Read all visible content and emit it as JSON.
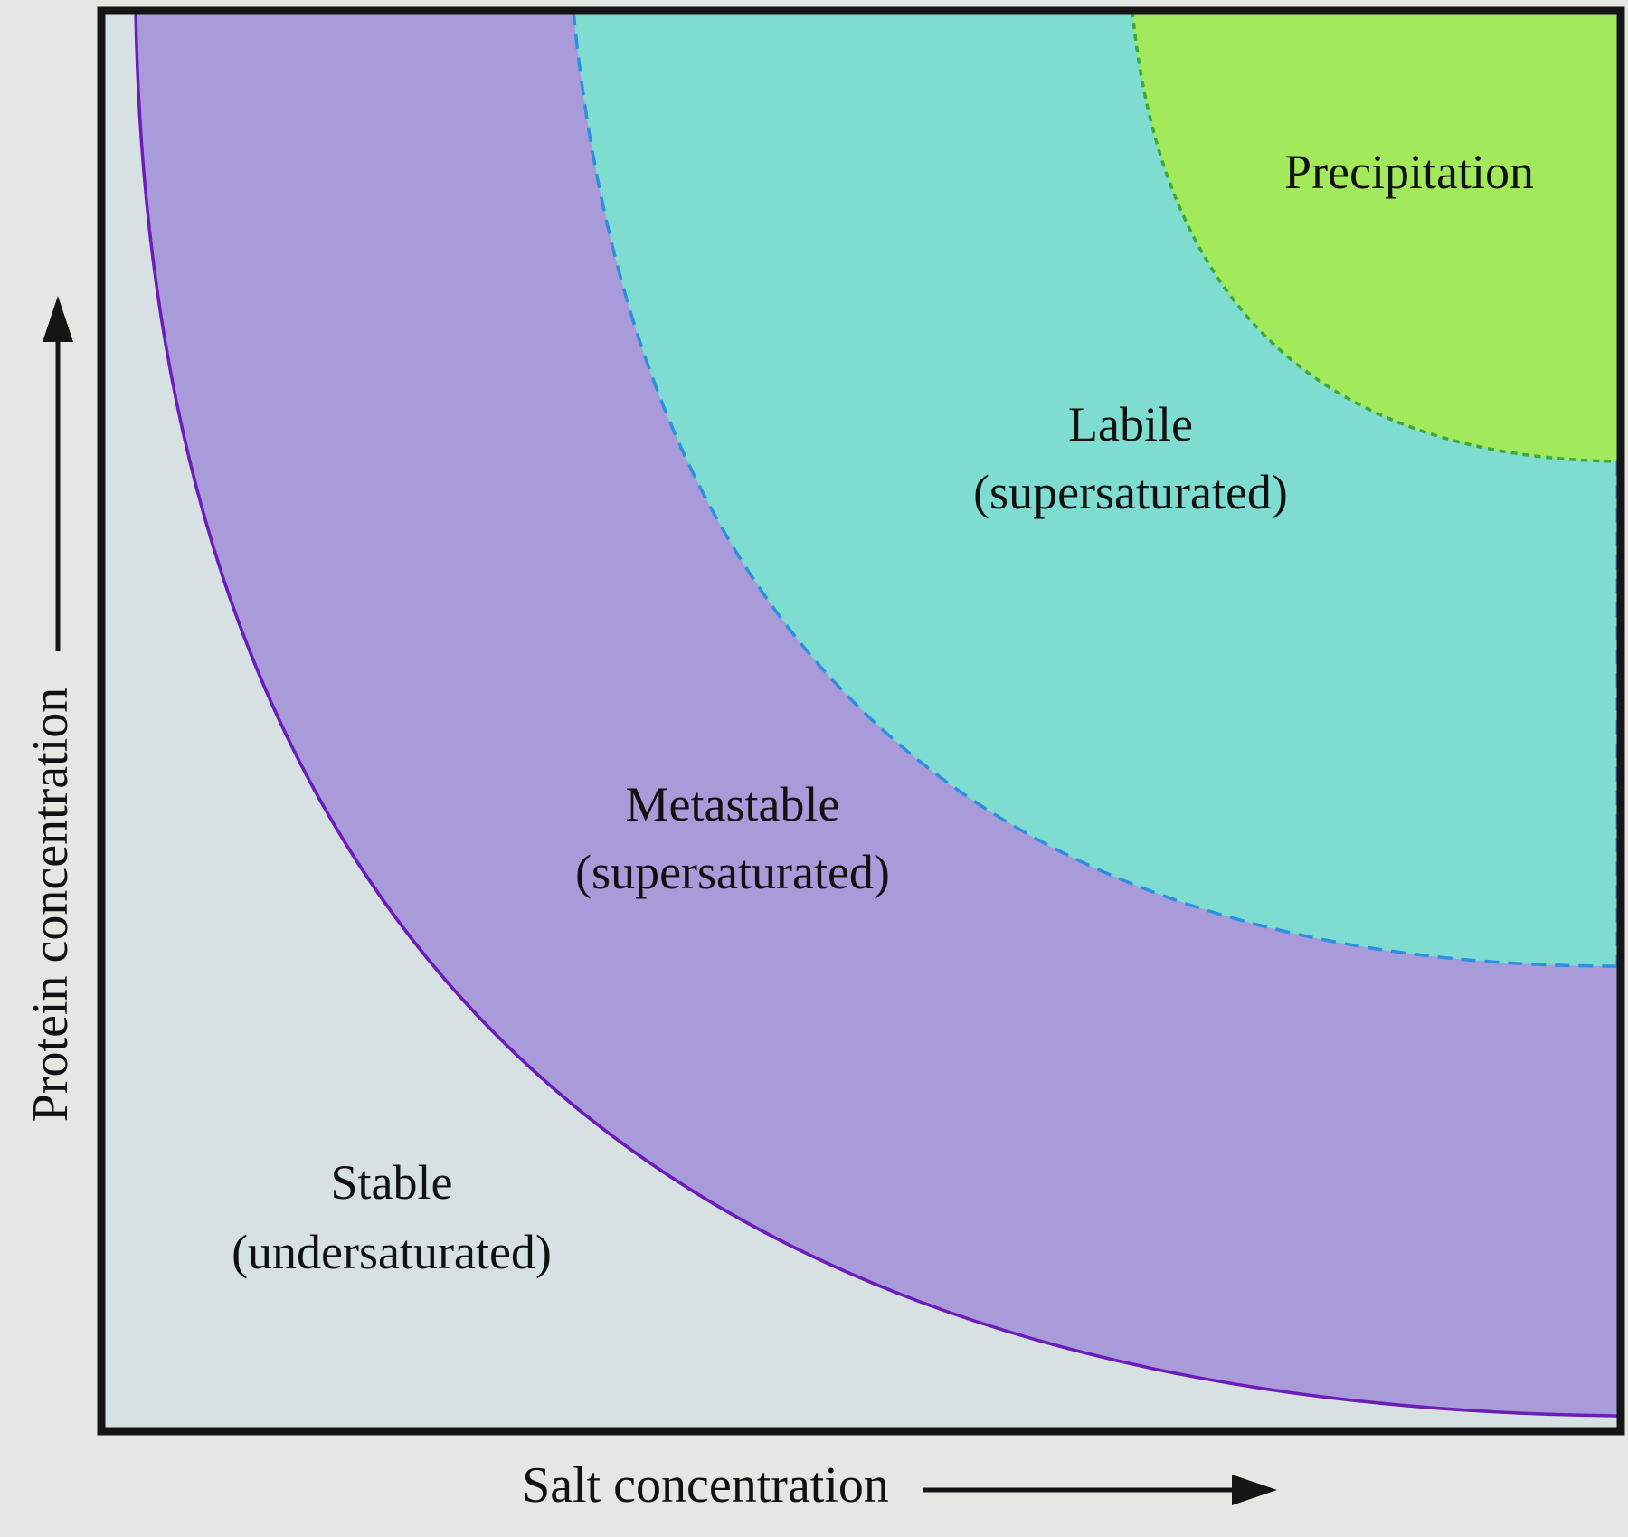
{
  "regions": {
    "precipitation": {
      "line1": "Precipitation",
      "color": "#a2ea5c",
      "boundary_color": "#3aa935"
    },
    "labile": {
      "line1": "Labile",
      "line2": "(supersaturated)",
      "color": "#7fdcd1",
      "boundary_color": "#2e8ee0"
    },
    "metastable": {
      "line1": "Metastable",
      "line2": "(supersaturated)",
      "color": "#a99bd9"
    },
    "stable": {
      "line1": "Stable",
      "line2": "(undersaturated)",
      "color": "#d7e1e1",
      "boundary_color": "#6c1cb8"
    }
  },
  "axes": {
    "x_label": "Salt concentration",
    "y_label": "Protein concentration"
  },
  "colors": {
    "background": "#e6e7e3",
    "frame": "#151515"
  }
}
